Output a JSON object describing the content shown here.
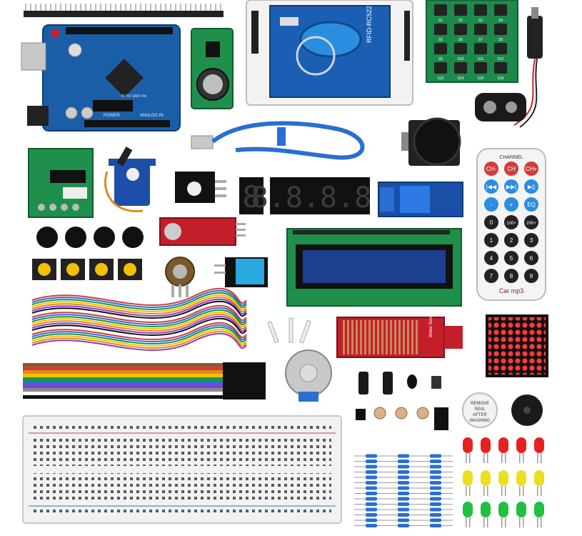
{
  "uno": {
    "power": "POWER",
    "analog_in": "ANALOG IN",
    "pins": "5V 5V GND Vin"
  },
  "rfid": {
    "model": "RFID-RC522"
  },
  "keypad": {
    "labels": [
      "S1",
      "S2",
      "S3",
      "S4",
      "S5",
      "S6",
      "S7",
      "S8",
      "S9",
      "S10",
      "S11",
      "S12",
      "S13",
      "S14",
      "S15",
      "S16"
    ]
  },
  "remote": {
    "channel": "CHANNEL",
    "buttons": [
      "CH-",
      "CH",
      "CH+",
      "|◀◀",
      "▶▶|",
      "▶||",
      "-",
      "+",
      "EQ",
      "0",
      "100+",
      "200+",
      "1",
      "2",
      "3",
      "4",
      "5",
      "6",
      "7",
      "8",
      "9"
    ],
    "brand": "Car mp3"
  },
  "seven_seg": {
    "single": "8",
    "quad": "8.8.8.8."
  },
  "buzzer": {
    "sticker": [
      "REMOVE",
      "SEAL",
      "AFTER",
      "WASHING"
    ]
  },
  "water_sensor": {
    "label": "Water Sensor"
  }
}
